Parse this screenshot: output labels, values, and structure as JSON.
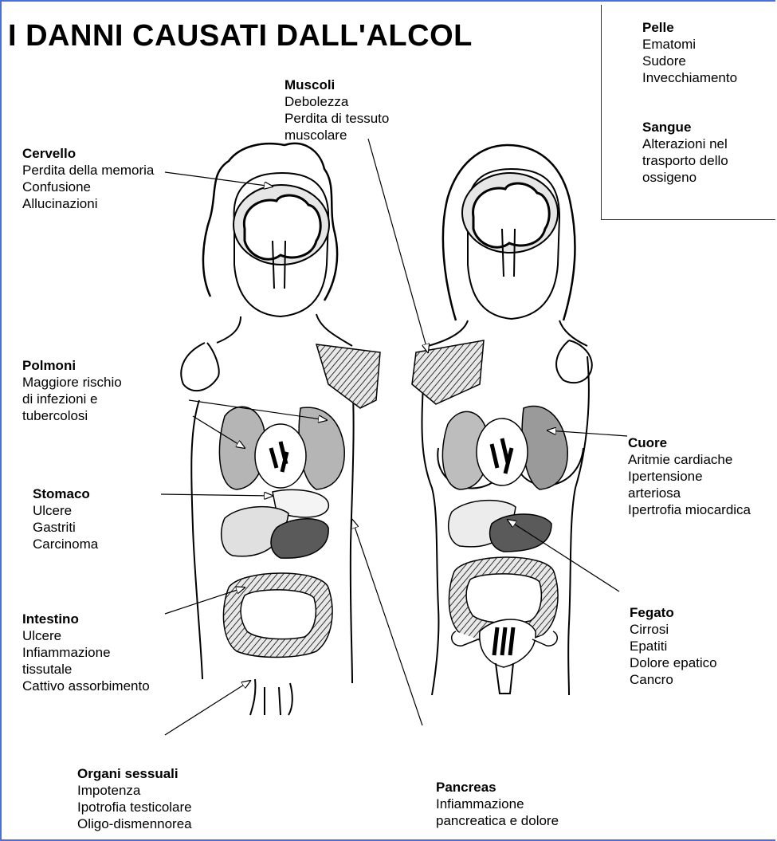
{
  "title": "I DANNI CAUSATI DALL'ALCOL",
  "colors": {
    "border": "#4a6fd9",
    "organ_light": "#cfcfcf",
    "organ_mid": "#9a9a9a",
    "organ_dark": "#555555"
  },
  "box": {
    "pelle": {
      "heading": "Pelle",
      "lines": [
        "Ematomi",
        "Sudore",
        "Invecchiamento"
      ]
    },
    "sangue": {
      "heading": "Sangue",
      "lines": [
        "Alterazioni nel",
        "trasporto dello",
        "ossigeno"
      ]
    }
  },
  "labels": {
    "muscoli": {
      "heading": "Muscoli",
      "lines": [
        "Debolezza",
        "Perdita di tessuto",
        "muscolare"
      ]
    },
    "cervello": {
      "heading": "Cervello",
      "lines": [
        "Perdita della memoria",
        "Confusione",
        "Allucinazioni"
      ]
    },
    "polmoni": {
      "heading": "Polmoni",
      "lines": [
        "Maggiore rischio",
        "di infezioni e",
        "tubercolosi"
      ]
    },
    "stomaco": {
      "heading": "Stomaco",
      "lines": [
        "Ulcere",
        "Gastriti",
        "Carcinoma"
      ]
    },
    "intestino": {
      "heading": "Intestino",
      "lines": [
        "Ulcere",
        "Infiammazione",
        "tissutale",
        "Cattivo assorbimento"
      ]
    },
    "cuore": {
      "heading": "Cuore",
      "lines": [
        "Aritmie cardiache",
        "Ipertensione",
        "arteriosa",
        "Ipertrofia miocardica"
      ]
    },
    "fegato": {
      "heading": "Fegato",
      "lines": [
        "Cirrosi",
        "Epatiti",
        "Dolore epatico",
        "Cancro"
      ]
    },
    "organi": {
      "heading": "Organi sessuali",
      "lines": [
        "Impotenza",
        "Ipotrofia testicolare",
        "Oligo-dismennorea"
      ]
    },
    "pancreas": {
      "heading": "Pancreas",
      "lines": [
        "Infiammazione",
        "pancreatica e dolore"
      ]
    }
  }
}
